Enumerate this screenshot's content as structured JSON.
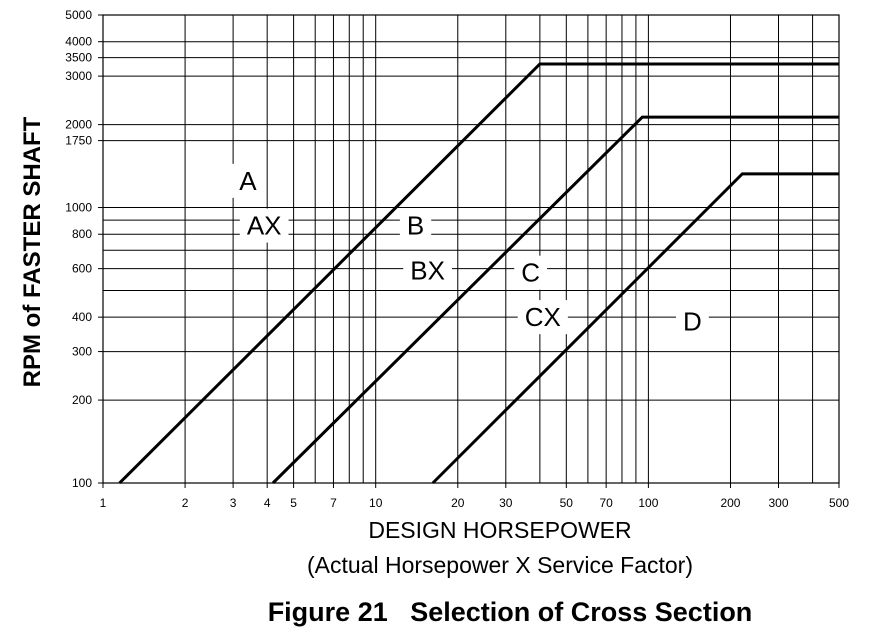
{
  "chart_data": {
    "type": "line",
    "title": "Figure 21   Selection of Cross Section",
    "xlabel": "DESIGN HORSEPOWER",
    "xlabel_sub": "(Actual Horsepower X Service Factor)",
    "ylabel": "RPM of FASTER SHAFT",
    "xscale": "log",
    "yscale": "log",
    "xlim": [
      1,
      500
    ],
    "ylim": [
      100,
      5000
    ],
    "grid": true,
    "x_ticks": [
      1,
      2,
      3,
      4,
      5,
      7,
      10,
      20,
      30,
      50,
      70,
      100,
      200,
      300,
      500
    ],
    "x_tick_labels": [
      "1",
      "2",
      "3",
      "4",
      "5",
      "7",
      "10",
      "20",
      "30",
      "50",
      "70",
      "100",
      "200",
      "300",
      "500"
    ],
    "x_grid": [
      2,
      3,
      4,
      5,
      6,
      7,
      8,
      9,
      10,
      20,
      30,
      40,
      50,
      60,
      70,
      80,
      90,
      100,
      200,
      300,
      400
    ],
    "y_ticks": [
      100,
      200,
      300,
      400,
      600,
      800,
      1000,
      1750,
      2000,
      3000,
      3500,
      4000,
      5000
    ],
    "y_tick_labels": [
      "100",
      "200",
      "300",
      "400",
      "600",
      "800",
      "1000",
      "1750",
      "2000",
      "3000",
      "3500",
      "4000",
      "5000"
    ],
    "y_grid": [
      200,
      300,
      400,
      500,
      600,
      700,
      800,
      900,
      1000,
      1750,
      2000,
      3000,
      3500,
      4000
    ],
    "series": [
      {
        "name": "A/B boundary",
        "points": [
          [
            1.15,
            100
          ],
          [
            40,
            3320
          ],
          [
            500,
            3320
          ]
        ]
      },
      {
        "name": "B/C boundary",
        "points": [
          [
            4.2,
            100
          ],
          [
            95,
            2130
          ],
          [
            500,
            2130
          ]
        ]
      },
      {
        "name": "C/D boundary",
        "points": [
          [
            16.2,
            100
          ],
          [
            221,
            1325
          ],
          [
            500,
            1325
          ]
        ]
      }
    ],
    "region_labels": [
      {
        "text": "A",
        "x": 3.4,
        "y": 1250
      },
      {
        "text": "AX",
        "x": 3.9,
        "y": 860
      },
      {
        "text": "B",
        "x": 14,
        "y": 860
      },
      {
        "text": "BX",
        "x": 15.5,
        "y": 590
      },
      {
        "text": "C",
        "x": 37,
        "y": 580
      },
      {
        "text": "CX",
        "x": 41,
        "y": 400
      },
      {
        "text": "D",
        "x": 145,
        "y": 385
      }
    ]
  }
}
